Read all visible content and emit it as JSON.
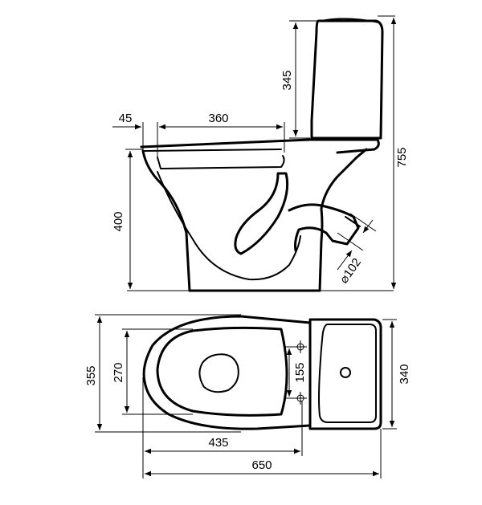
{
  "side_view": {
    "dimensions": {
      "cistern_height": "345",
      "total_height": "755",
      "rim_offset": "45",
      "seat_length": "360",
      "bowl_height": "400",
      "outlet_diameter": "⌀102"
    }
  },
  "top_view": {
    "dimensions": {
      "overall_width": "355",
      "bowl_inner_width": "270",
      "fixing_spacing": "155",
      "cistern_width": "340",
      "bowl_length": "435",
      "total_length": "650"
    }
  }
}
